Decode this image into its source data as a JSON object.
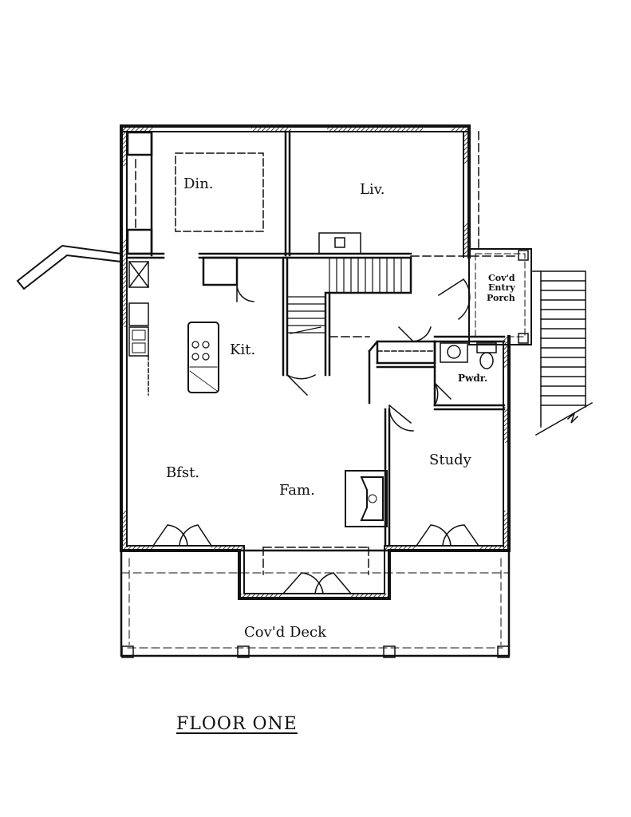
{
  "rooms": {
    "din": "Din.",
    "liv": "Liv.",
    "kit": "Kit.",
    "covd_entry_porch_line1": "Cov'd",
    "covd_entry_porch_line2": "Entry",
    "covd_entry_porch_line3": "Porch",
    "pwdr": "Pwdr.",
    "study": "Study",
    "bfst": "Bfst.",
    "fam": "Fam.",
    "covd_deck": "Cov'd Deck"
  },
  "caption": "FLOOR ONE",
  "colors": {
    "line": "#111111",
    "background": "#ffffff"
  }
}
